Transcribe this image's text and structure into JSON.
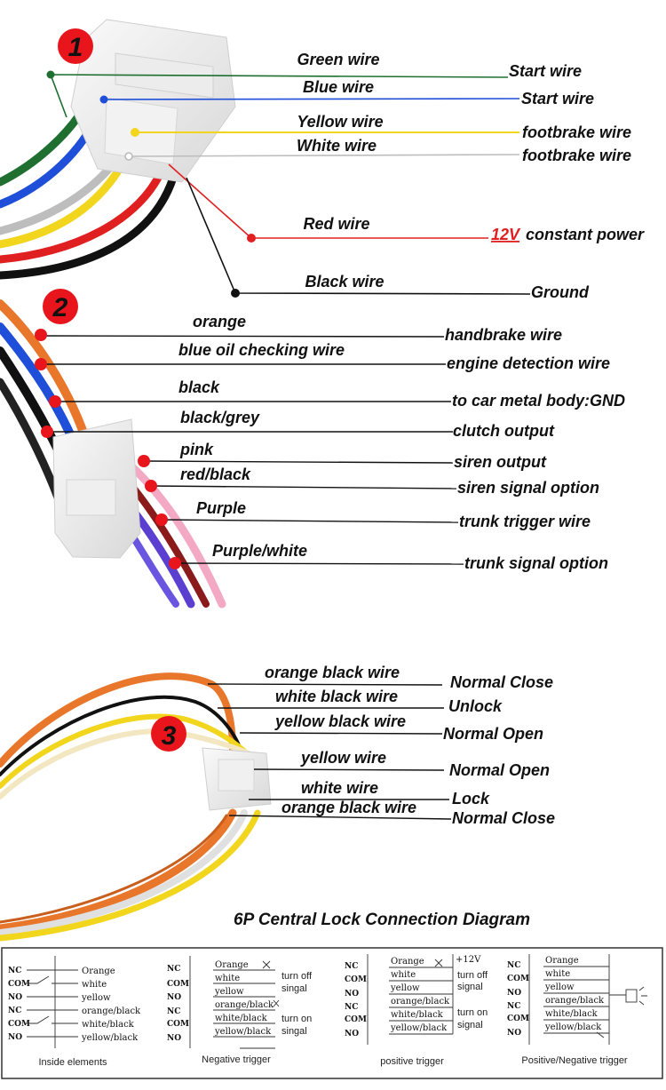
{
  "section1": {
    "badge": "1",
    "rows": [
      {
        "wire": "Green wire",
        "function": "Start wire"
      },
      {
        "wire": "Blue wire",
        "function": "Start wire"
      },
      {
        "wire": "Yellow wire",
        "function": "footbrake wire"
      },
      {
        "wire": "White wire",
        "function": "footbrake wire"
      },
      {
        "wire": "Red wire",
        "function_prefix": "12V",
        "function": "constant power"
      },
      {
        "wire": "Black wire",
        "function": "Ground"
      }
    ]
  },
  "section2": {
    "badge": "2",
    "rows": [
      {
        "wire": "orange",
        "function": "handbrake wire"
      },
      {
        "wire": "blue oil checking wire",
        "function": "engine detection wire"
      },
      {
        "wire": "black",
        "function": "to car metal body:GND"
      },
      {
        "wire": "black/grey",
        "function": "clutch output"
      },
      {
        "wire": "pink",
        "function": "siren output"
      },
      {
        "wire": "red/black",
        "function": "siren signal option"
      },
      {
        "wire": "Purple",
        "function": "trunk trigger wire"
      },
      {
        "wire": "Purple/white",
        "function": "trunk signal option"
      }
    ]
  },
  "section3": {
    "badge": "3",
    "rows": [
      {
        "wire": "orange black wire",
        "function": "Normal Close"
      },
      {
        "wire": "white black wire",
        "function": "Unlock"
      },
      {
        "wire": "yellow black wire",
        "function": "Normal Open"
      },
      {
        "wire": "yellow wire",
        "function": "Normal Open"
      },
      {
        "wire": "white wire",
        "function": "Lock"
      },
      {
        "wire": "orange black wire",
        "function": "Normal Close"
      }
    ]
  },
  "diagram6p": {
    "title": "6P Central Lock Connection Diagram",
    "inside": {
      "caption": "Inside elements",
      "pins": [
        "NC",
        "COM",
        "NO",
        "NC",
        "COM",
        "NO"
      ],
      "labels": [
        "Orange",
        "white",
        "yellow",
        "orange/black",
        "white/black",
        "yellow/black"
      ]
    },
    "negative": {
      "caption": "Negative trigger",
      "pins": [
        "NC",
        "COM",
        "NO",
        "NC",
        "COM",
        "NO"
      ],
      "labels": [
        "Orange",
        "white",
        "yellow",
        "orange/black",
        "white/black",
        "yellow/black"
      ],
      "note_top": [
        "turn off",
        "singal"
      ],
      "note_bottom": [
        "turn on",
        "singal"
      ]
    },
    "positive": {
      "caption": "positive trigger",
      "pins": [
        "NC",
        "COM",
        "NO",
        "NC",
        "COM",
        "NO"
      ],
      "labels": [
        "Orange",
        "white",
        "yellow",
        "orange/black",
        "white/black",
        "yellow/black"
      ],
      "supply": "+12V",
      "note_top": [
        "turn off",
        "signal"
      ],
      "note_bottom": [
        "turn on",
        "signal"
      ]
    },
    "posneg": {
      "caption": "Positive/Negative trigger",
      "pins": [
        "NC",
        "COM",
        "NO",
        "NC",
        "COM",
        "NO"
      ],
      "labels": [
        "Orange",
        "white",
        "yellow",
        "orange/black",
        "white/black",
        "yellow/black"
      ]
    }
  },
  "colors": {
    "badge_red": "#e8161c",
    "green": "#1e6f30",
    "blue": "#1f4fd8",
    "yellow": "#f2d51d",
    "white_wire": "#bdbdbd",
    "red": "#e02020",
    "black": "#111111",
    "orange": "#e8762b",
    "pink": "#f3a9c4",
    "purple": "#5a3fd0"
  }
}
